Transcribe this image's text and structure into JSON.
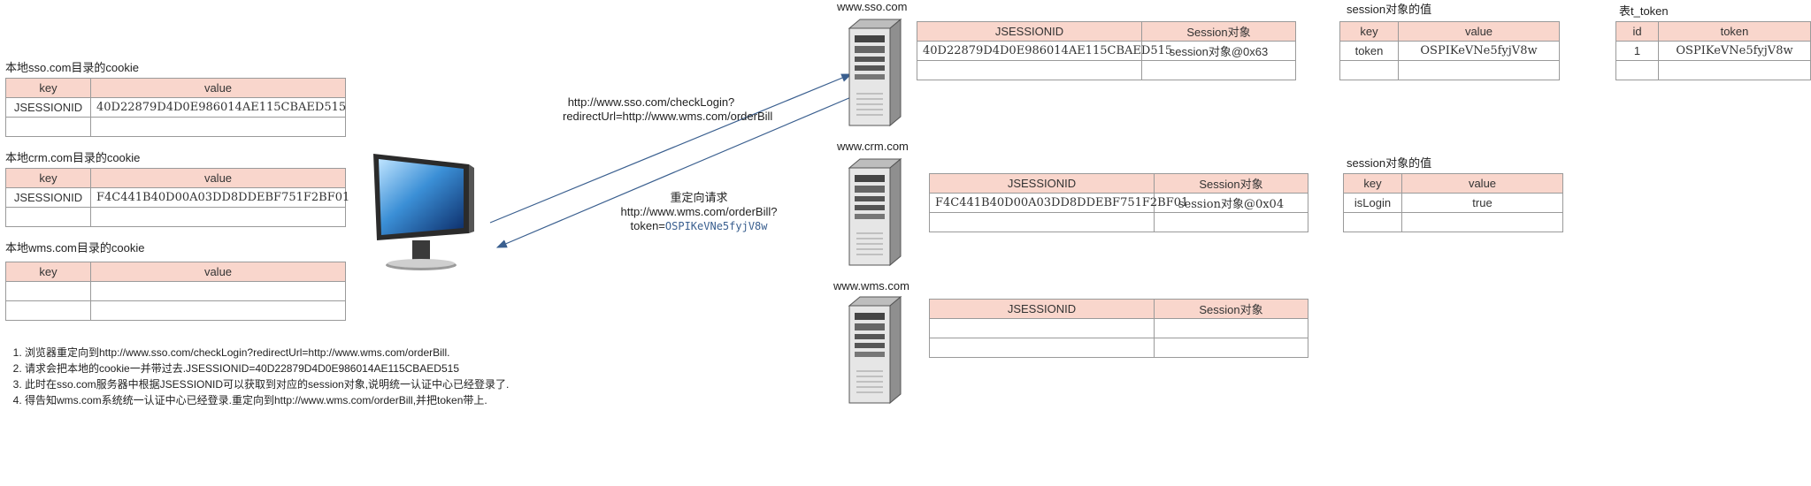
{
  "cookies": {
    "sso": {
      "title": "本地sso.com目录的cookie",
      "headers": [
        "key",
        "value"
      ],
      "rows": [
        [
          "JSESSIONID",
          "40D22879D4D0E986014AE115CBAED515"
        ],
        [
          "",
          ""
        ]
      ]
    },
    "crm": {
      "title": "本地crm.com目录的cookie",
      "headers": [
        "key",
        "value"
      ],
      "rows": [
        [
          "JSESSIONID",
          "F4C441B40D00A03DD8DDEBF751F2BF01"
        ],
        [
          "",
          ""
        ]
      ]
    },
    "wms": {
      "title": "本地wms.com目录的cookie",
      "headers": [
        "key",
        "value"
      ],
      "rows": [
        [
          "",
          ""
        ],
        [
          "",
          ""
        ]
      ]
    }
  },
  "arrows": {
    "request_label_line1": "http://www.sso.com/checkLogin?",
    "request_label_line2": "redirectUrl=http://www.wms.com/orderBill",
    "redirect_label_line1": "重定向请求",
    "redirect_label_line2": "http://www.wms.com/orderBill?",
    "redirect_label_line3_prefix": "token=",
    "redirect_label_line3_token": "OSPIKeVNe5fyjV8w"
  },
  "servers": {
    "sso": {
      "name": "www.sso.com",
      "headers": [
        "JSESSIONID",
        "Session对象"
      ],
      "rows": [
        [
          "40D22879D4D0E986014AE115CBAED515",
          "session对象@0x63"
        ],
        [
          "",
          ""
        ]
      ]
    },
    "crm": {
      "name": "www.crm.com",
      "headers": [
        "JSESSIONID",
        "Session对象"
      ],
      "rows": [
        [
          "F4C441B40D00A03DD8DDEBF751F2BF01",
          "session对象@0x04"
        ],
        [
          "",
          ""
        ]
      ]
    },
    "wms": {
      "name": "www.wms.com",
      "headers": [
        "JSESSIONID",
        "Session对象"
      ],
      "rows": [
        [
          "",
          ""
        ],
        [
          "",
          ""
        ]
      ]
    }
  },
  "session_values": {
    "sso": {
      "title": "session对象的值",
      "headers": [
        "key",
        "value"
      ],
      "rows": [
        [
          "token",
          "OSPIKeVNe5fyjV8w"
        ],
        [
          "",
          ""
        ]
      ]
    },
    "crm": {
      "title": "session对象的值",
      "headers": [
        "key",
        "value"
      ],
      "rows": [
        [
          "isLogin",
          "true"
        ],
        [
          "",
          ""
        ]
      ]
    }
  },
  "token_table": {
    "title": "表t_token",
    "headers": [
      "id",
      "token"
    ],
    "rows": [
      [
        "1",
        "OSPIKeVNe5fyjV8w"
      ],
      [
        "",
        ""
      ]
    ]
  },
  "notes": [
    "浏览器重定向到http://www.sso.com/checkLogin?redirectUrl=http://www.wms.com/orderBill.",
    "请求会把本地的cookie一并带过去.JSESSIONID=40D22879D4D0E986014AE115CBAED515",
    "此时在sso.com服务器中根据JSESSIONID可以获取到对应的session对象,说明统一认证中心已经登录了.",
    "得告知wms.com系统统一认证中心已经登录.重定向到http://www.wms.com/orderBill,并把token带上."
  ],
  "colors": {
    "header_fill": "#f9d6cc",
    "border": "#9a9a9a",
    "value_text": "#3a5f8f",
    "arrow": "#3a5f8f"
  }
}
